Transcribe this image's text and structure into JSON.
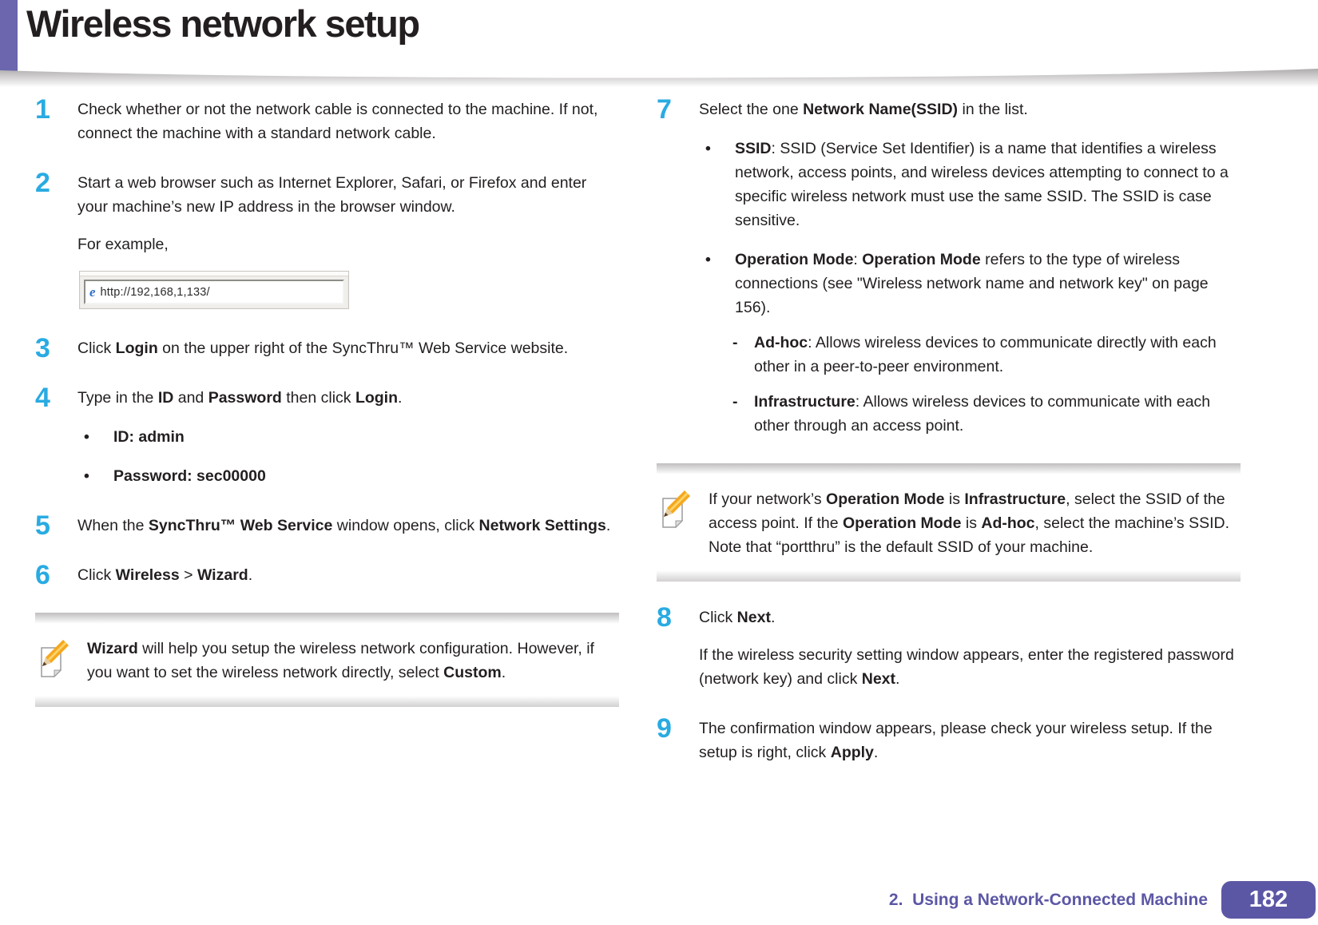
{
  "title": "Wireless network setup",
  "glyphs": {
    "bullet": "•",
    "dash": "-",
    "ie": "e"
  },
  "browser": {
    "url": "http://192,168,1,133/"
  },
  "left": {
    "s1": {
      "num": "1",
      "p1": [
        {
          "t": "Check whether or not the network cable is connected to the machine. If not, connect the machine with a standard network cable."
        }
      ]
    },
    "s2": {
      "num": "2",
      "p1": [
        {
          "t": "Start a web browser such as Internet Explorer, Safari, or Firefox and enter your machine’s new IP address in the browser window."
        }
      ],
      "p2": [
        {
          "t": "For example,"
        }
      ]
    },
    "s3": {
      "num": "3",
      "p1": [
        {
          "t": "Click "
        },
        {
          "t": "Login",
          "b": 1
        },
        {
          "t": " on the upper right of the SyncThru™ Web Service website."
        }
      ]
    },
    "s4": {
      "num": "4",
      "p1": [
        {
          "t": "Type in the "
        },
        {
          "t": "ID",
          "b": 1
        },
        {
          "t": " and "
        },
        {
          "t": "Password",
          "b": 1
        },
        {
          "t": " then click "
        },
        {
          "t": "Login",
          "b": 1
        },
        {
          "t": "."
        }
      ],
      "b1": [
        {
          "t": "ID: admin",
          "b": 1
        }
      ],
      "b2": [
        {
          "t": "Password: sec00000",
          "b": 1
        }
      ]
    },
    "s5": {
      "num": "5",
      "p1": [
        {
          "t": "When the "
        },
        {
          "t": "SyncThru™ Web Service",
          "b": 1
        },
        {
          "t": " window opens, click "
        },
        {
          "t": "Network Settings",
          "b": 1
        },
        {
          "t": "."
        }
      ]
    },
    "s6": {
      "num": "6",
      "p1": [
        {
          "t": "Click "
        },
        {
          "t": "Wireless",
          "b": 1
        },
        {
          "t": " > "
        },
        {
          "t": "Wizard",
          "b": 1
        },
        {
          "t": "."
        }
      ]
    },
    "note": [
      {
        "t": "Wizard",
        "b": 1
      },
      {
        "t": " will help you setup the wireless network configuration. However, if you want to set the wireless network directly, select "
      },
      {
        "t": "Custom",
        "b": 1
      },
      {
        "t": "."
      }
    ]
  },
  "right": {
    "s7": {
      "num": "7",
      "p1": [
        {
          "t": "Select the one "
        },
        {
          "t": "Network Name(SSID)",
          "b": 1
        },
        {
          "t": " in the list."
        }
      ],
      "b1": [
        {
          "t": "SSID",
          "b": 1
        },
        {
          "t": ": SSID (Service Set Identifier) is a name that identifies a wireless network, access points, and wireless devices attempting to connect to a specific wireless network must use the same SSID. The SSID is case sensitive."
        }
      ],
      "b2": [
        {
          "t": "Operation Mode",
          "b": 1
        },
        {
          "t": ": "
        },
        {
          "t": "Operation Mode",
          "b": 1
        },
        {
          "t": " refers to the type of wireless connections (see \"Wireless network name and network key\" on page 156)."
        }
      ],
      "d1": [
        {
          "t": "Ad-hoc",
          "b": 1
        },
        {
          "t": ": Allows wireless devices to communicate directly with each other in a peer-to-peer environment."
        }
      ],
      "d2": [
        {
          "t": "Infrastructure",
          "b": 1
        },
        {
          "t": ": Allows wireless devices to communicate with each other through an access point."
        }
      ]
    },
    "note": [
      {
        "t": "If your network’s "
      },
      {
        "t": "Operation Mode",
        "b": 1
      },
      {
        "t": " is "
      },
      {
        "t": "Infrastructure",
        "b": 1
      },
      {
        "t": ", select the SSID of the access point. If the "
      },
      {
        "t": "Operation Mode",
        "b": 1
      },
      {
        "t": " is "
      },
      {
        "t": "Ad-hoc",
        "b": 1
      },
      {
        "t": ", select the machine’s SSID. Note that “portthru” is the default SSID of your machine."
      }
    ],
    "s8": {
      "num": "8",
      "p1": [
        {
          "t": "Click "
        },
        {
          "t": "Next",
          "b": 1
        },
        {
          "t": "."
        }
      ],
      "p2": [
        {
          "t": "If the wireless security setting window appears, enter the registered password (network key) and click "
        },
        {
          "t": "Next",
          "b": 1
        },
        {
          "t": "."
        }
      ]
    },
    "s9": {
      "num": "9",
      "p1": [
        {
          "t": "The confirmation window appears, please check your wireless setup. If the setup is right, click "
        },
        {
          "t": "Apply",
          "b": 1
        },
        {
          "t": "."
        }
      ]
    }
  },
  "footer": {
    "chapter": "2.  Using a Network-Connected Machine",
    "page": "182"
  },
  "colors": {
    "accent_purple": "#6b66ae",
    "step_number_cyan": "#29abe2",
    "footer_purple": "#5c57a5",
    "text_dark": "#231f20"
  }
}
